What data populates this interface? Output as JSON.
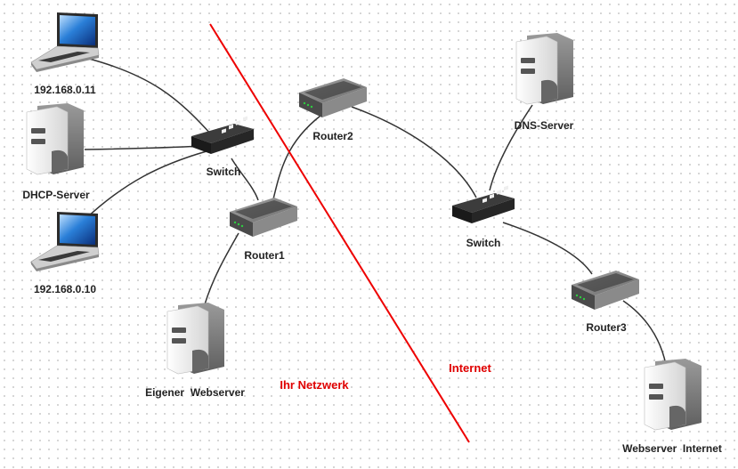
{
  "zones": {
    "own_network": "Ihr Netzwerk",
    "internet": "Internet"
  },
  "colors": {
    "divider": "#ee0000",
    "link": "#333333",
    "zone_label": "#e00000"
  },
  "nodes": {
    "laptop1": {
      "label": "192.168.0.11",
      "icon": "laptop-icon"
    },
    "dhcp": {
      "label": "DHCP-Server",
      "icon": "server-icon"
    },
    "laptop2": {
      "label": "192.168.0.10",
      "icon": "laptop-icon"
    },
    "switch1": {
      "label": "Switch",
      "icon": "switch-icon"
    },
    "router1": {
      "label": "Router1",
      "icon": "router-icon"
    },
    "ownweb": {
      "label": "Eigener  Webserver",
      "icon": "server-icon"
    },
    "router2": {
      "label": "Router2",
      "icon": "router-icon"
    },
    "dns": {
      "label": "DNS-Server",
      "icon": "server-icon"
    },
    "switch2": {
      "label": "Switch",
      "icon": "switch-icon"
    },
    "router3": {
      "label": "Router3",
      "icon": "router-icon"
    },
    "webinet": {
      "label": "Webserver  Internet",
      "icon": "server-icon"
    }
  },
  "links": [
    [
      "laptop1",
      "switch1"
    ],
    [
      "dhcp",
      "switch1"
    ],
    [
      "laptop2",
      "switch1"
    ],
    [
      "switch1",
      "router1"
    ],
    [
      "router1",
      "ownweb"
    ],
    [
      "router1",
      "router2"
    ],
    [
      "router2",
      "switch2"
    ],
    [
      "dns",
      "switch2"
    ],
    [
      "switch2",
      "router3"
    ],
    [
      "router3",
      "webinet"
    ]
  ]
}
